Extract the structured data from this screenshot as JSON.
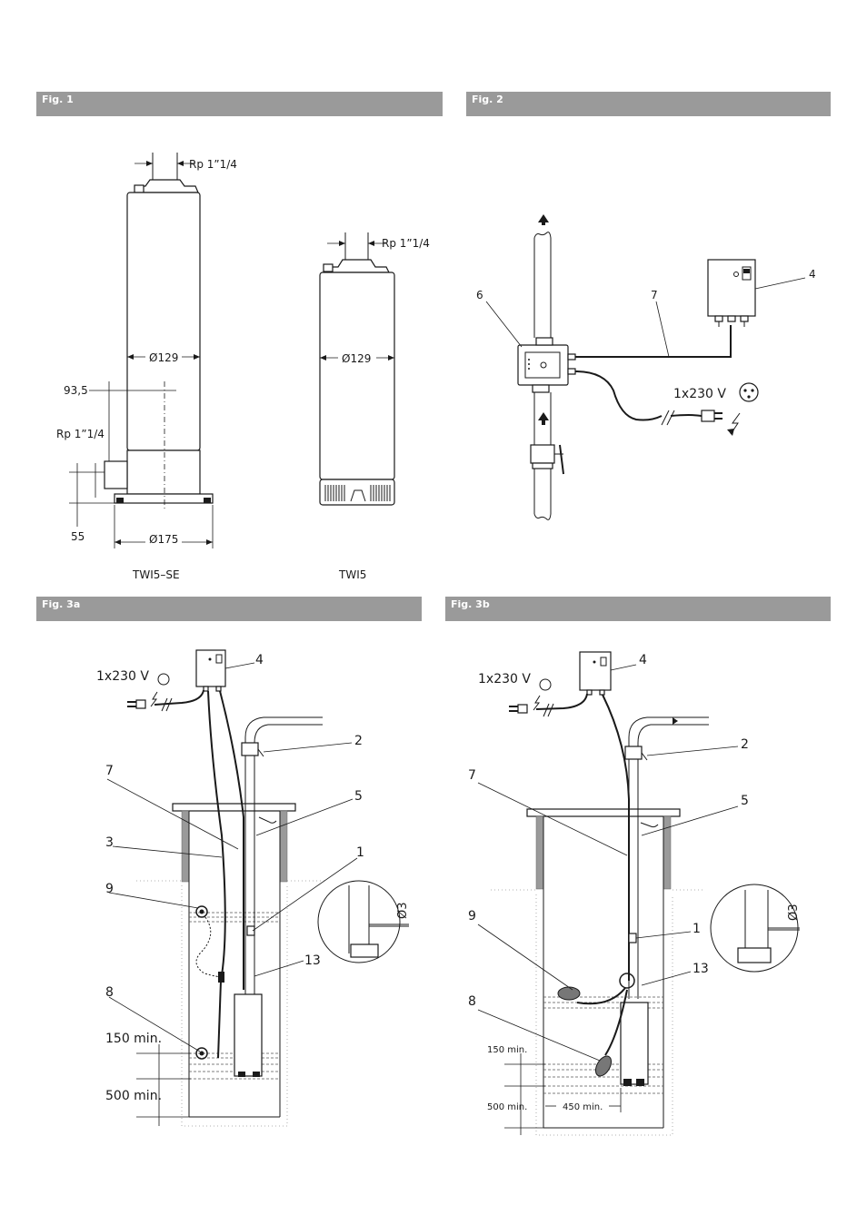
{
  "headers": {
    "fig1": "Fig. 1",
    "fig2": "Fig. 2",
    "fig3a": "Fig. 3a",
    "fig3b": "Fig. 3b"
  },
  "fig1": {
    "rp_top_a": "Rp 1”1/4",
    "rp_top_b": "Rp 1”1/4",
    "rp_side": "Rp 1”1/4",
    "dia_a": "Ø129",
    "dia_b": "Ø129",
    "dia_base": "Ø175",
    "dim_935": "93,5",
    "dim_55": "55",
    "model_a": "TWI5–SE",
    "model_b": "TWI5"
  },
  "fig2": {
    "label_4": "4",
    "label_6": "6",
    "label_7": "7",
    "voltage": "1x230 V"
  },
  "fig3a": {
    "voltage": "1x230 V",
    "label_4": "4",
    "label_2": "2",
    "label_7": "7",
    "label_5": "5",
    "label_3": "3",
    "label_1": "1",
    "label_9": "9",
    "label_13": "13",
    "label_8": "8",
    "dim_150": "150 min.",
    "dim_500": "500 min.",
    "dim_o3": "Ø3"
  },
  "fig3b": {
    "voltage": "1x230 V",
    "label_4": "4",
    "label_2": "2",
    "label_7": "7",
    "label_5": "5",
    "label_9": "9",
    "label_1": "1",
    "label_13": "13",
    "label_8": "8",
    "dim_150": "150 min.",
    "dim_500": "500 min.",
    "dim_450": "450 min.",
    "dim_o3": "Ø3"
  }
}
